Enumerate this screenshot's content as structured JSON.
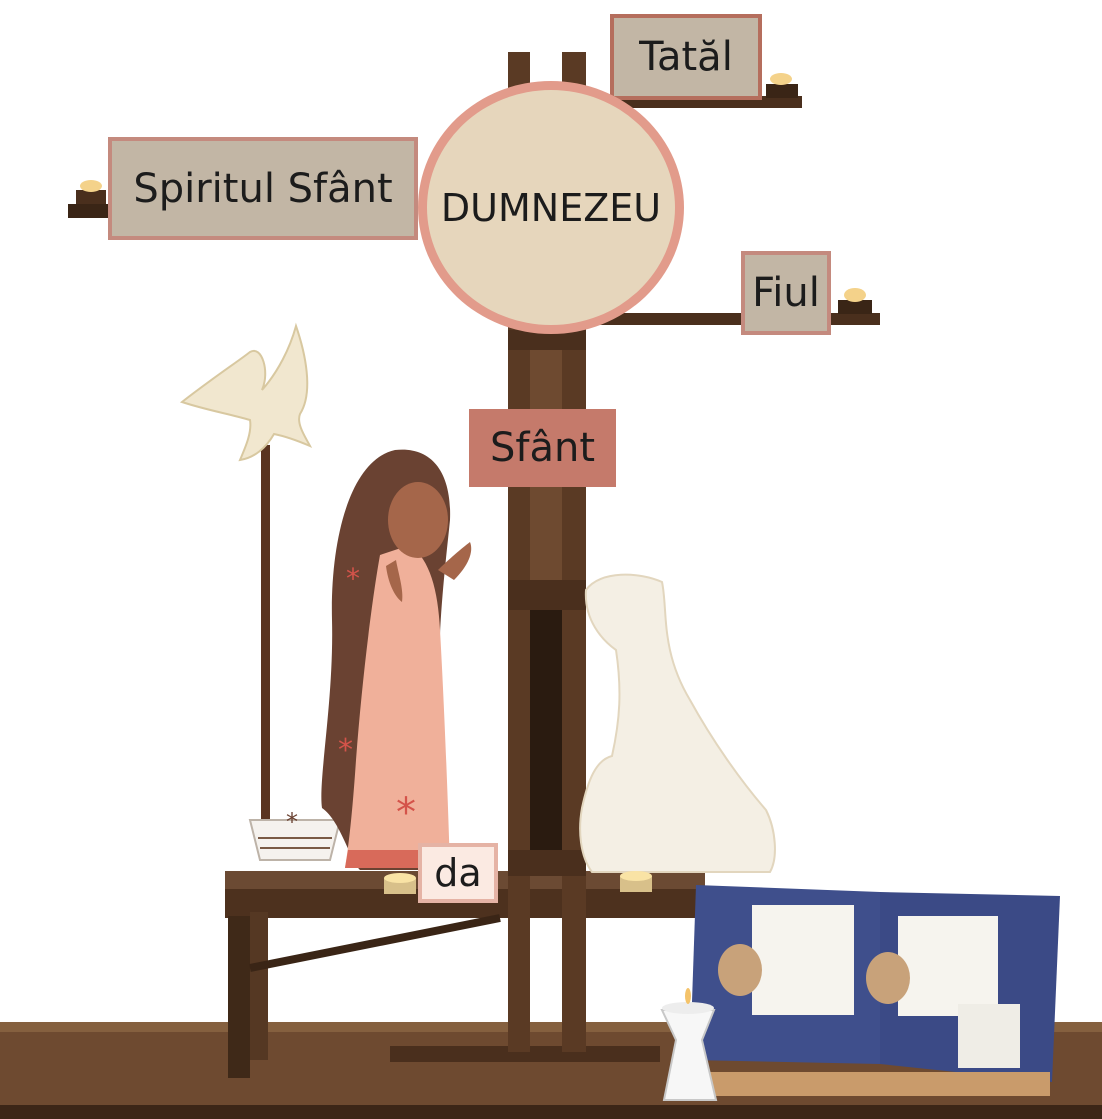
{
  "labels": {
    "tatal": "Tatăl",
    "spiritul_sfant": "Spiritul Sfânt",
    "dumnezeu": "DUMNEZEU",
    "fiul": "Fiul",
    "sfant": "Sfânt",
    "da": "da"
  },
  "colors": {
    "label_fill": "#c2b6a5",
    "label_border": "#c48a7e",
    "circle_fill": "#e6d6bc",
    "circle_border": "#e29b8b",
    "sfant_fill": "#c57a6b",
    "da_fill": "#fbeae2",
    "wood": "#5a3a24"
  }
}
